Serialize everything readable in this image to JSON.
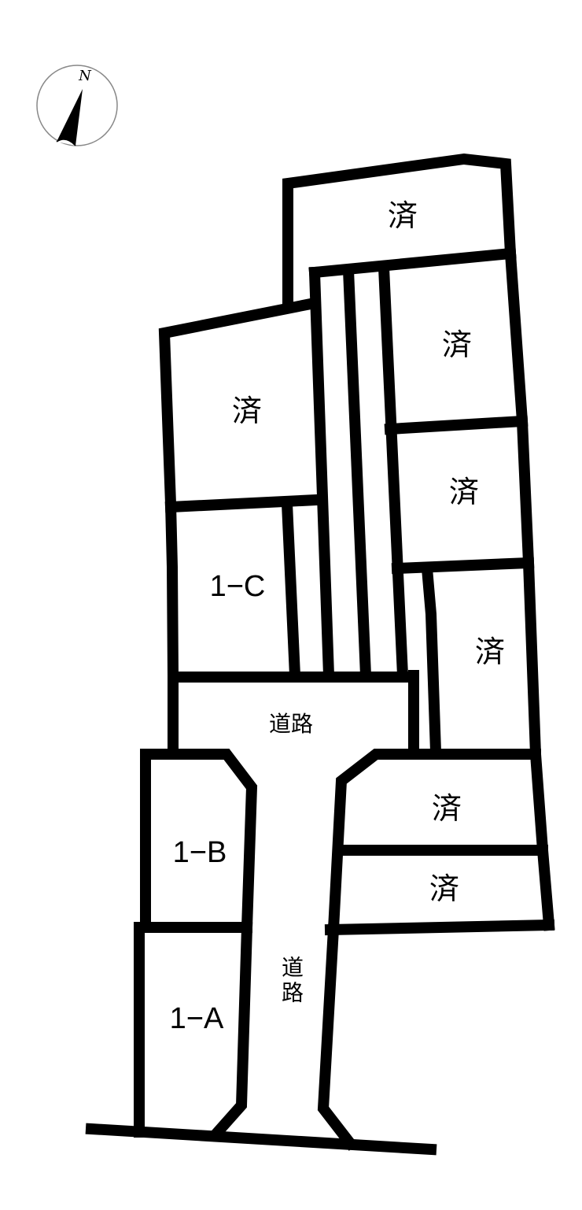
{
  "compass": {
    "icon": "north-arrow-icon",
    "label": "N"
  },
  "lots": [
    {
      "id": "top-sold",
      "label": "済",
      "status": "sold"
    },
    {
      "id": "right-sold-1",
      "label": "済",
      "status": "sold"
    },
    {
      "id": "left-sold",
      "label": "済",
      "status": "sold"
    },
    {
      "id": "right-sold-2",
      "label": "済",
      "status": "sold"
    },
    {
      "id": "lot-1c",
      "label": "1−C",
      "status": "available"
    },
    {
      "id": "right-sold-3",
      "label": "済",
      "status": "sold"
    },
    {
      "id": "right-sold-4",
      "label": "済",
      "status": "sold"
    },
    {
      "id": "right-sold-5",
      "label": "済",
      "status": "sold"
    },
    {
      "id": "lot-1b",
      "label": "1−B",
      "status": "available"
    },
    {
      "id": "lot-1a",
      "label": "1−A",
      "status": "available"
    }
  ],
  "roads": [
    {
      "id": "road-horizontal",
      "label": "道路"
    },
    {
      "id": "road-vertical",
      "label": "道路"
    }
  ],
  "colors": {
    "line": "#000000",
    "background": "#ffffff"
  }
}
